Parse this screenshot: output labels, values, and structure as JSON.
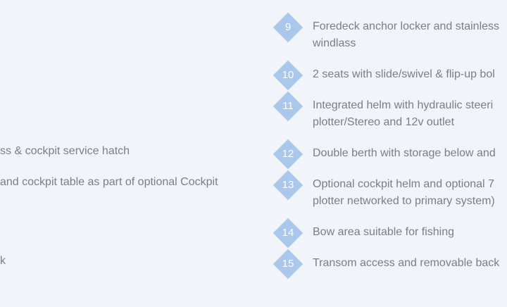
{
  "left_items": [
    {
      "text": "ss & cockpit service hatch"
    },
    {
      "text": " and cockpit table as part of optional Cockpit"
    },
    {
      "text": "k"
    }
  ],
  "features": [
    {
      "number": "9",
      "lines": [
        "Foredeck anchor locker and stainless",
        "windlass"
      ]
    },
    {
      "number": "10",
      "lines": [
        "2 seats with slide/swivel & flip-up bol"
      ]
    },
    {
      "number": "11",
      "lines": [
        "Integrated helm with hydraulic steeri",
        "plotter/Stereo and 12v outlet"
      ]
    },
    {
      "number": "12",
      "lines": [
        "Double berth with storage below and"
      ]
    },
    {
      "number": "13",
      "lines": [
        "Optional cockpit helm and optional 7",
        "plotter networked to primary system)"
      ]
    },
    {
      "number": "14",
      "lines": [
        "Bow area suitable for fishing"
      ]
    },
    {
      "number": "15",
      "lines": [
        "Transom access and removable back"
      ]
    }
  ],
  "colors": {
    "background": "#f1f4f8",
    "badge": "#a9c8ec",
    "text": "#7a7f86"
  }
}
